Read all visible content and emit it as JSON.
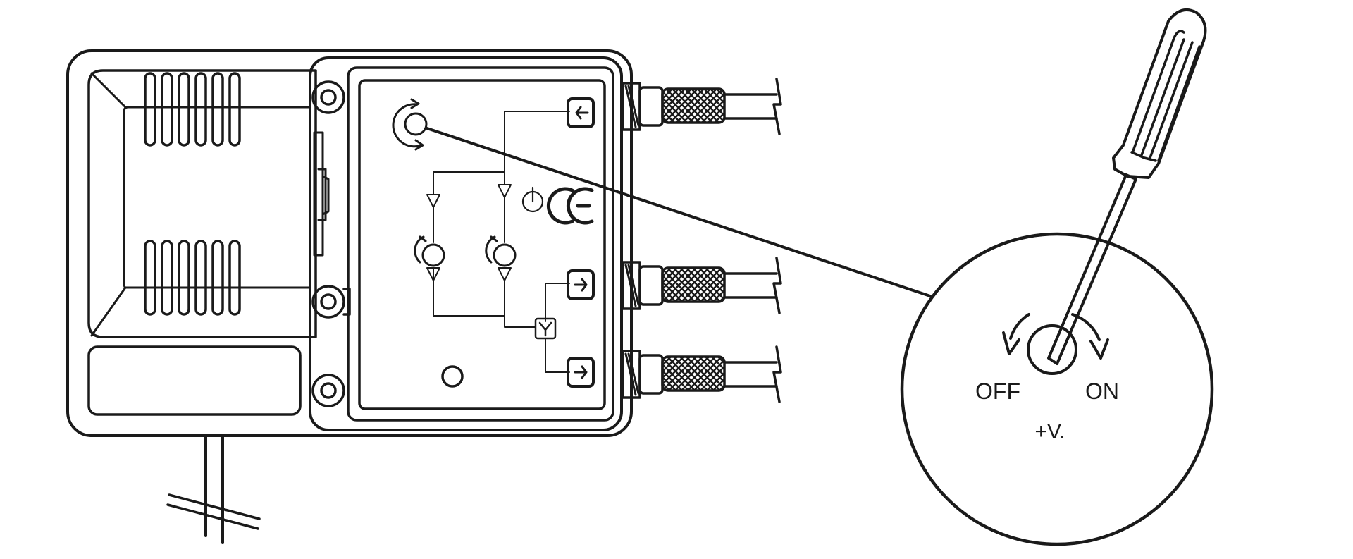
{
  "zoom_detail": {
    "switch_labels": {
      "off": "OFF",
      "on": "ON",
      "voltage": "+V."
    }
  },
  "marks": {
    "ce": "CE"
  },
  "colors": {
    "line": "#1a1a1a",
    "background": "#ffffff"
  }
}
